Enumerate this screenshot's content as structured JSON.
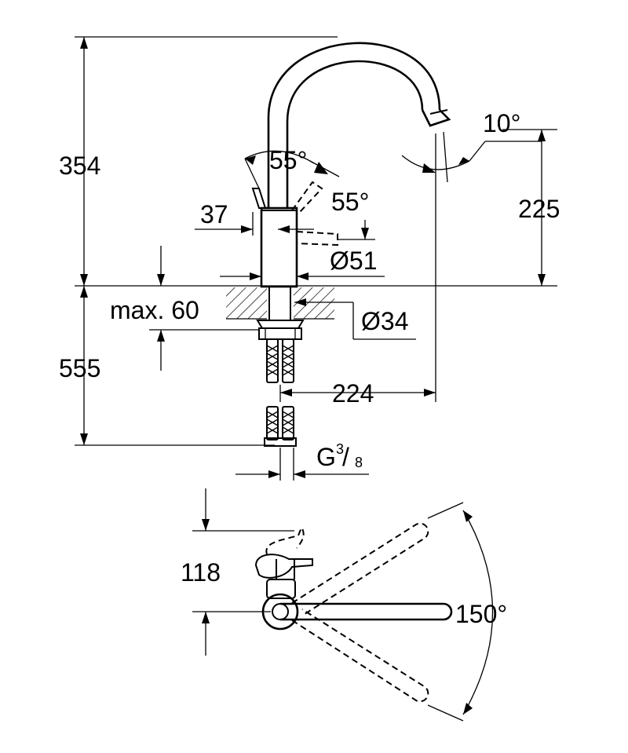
{
  "dimensions": {
    "total_height": "354",
    "lever_angle_top": "55°",
    "lever_angle_side": "55°",
    "spout_angle": "10°",
    "lever_offset": "37",
    "spout_height": "225",
    "body_diameter": "Ø51",
    "max_counter": "max. 60",
    "hole_diameter": "Ø34",
    "below_counter": "555",
    "spout_reach": "224",
    "thread_g": "G",
    "thread_num": "3",
    "thread_den": "8",
    "plan_offset": "118",
    "swivel_angle": "150°"
  }
}
